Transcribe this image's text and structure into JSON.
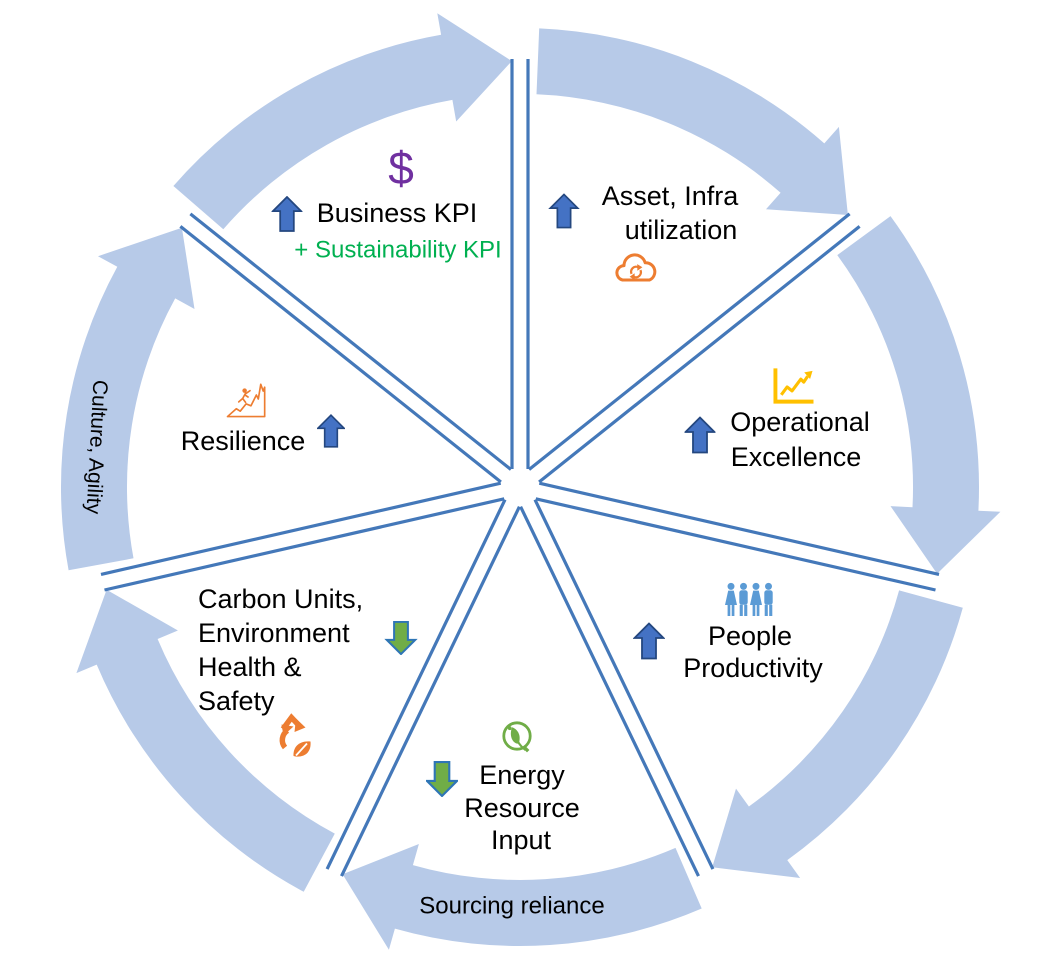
{
  "colors": {
    "ring_band": "#b7cae8",
    "spoke_line": "#4478b9",
    "up_arrow_fill": "#4472c4",
    "up_arrow_outline": "#24477f",
    "down_arrow_fill": "#70ad47",
    "down_arrow_outline": "#2e75b6",
    "sustainability_green": "#00b050",
    "dollar_purple": "#7030a0",
    "icon_orange": "#ed7d31",
    "icon_yellow": "#ffc000",
    "icon_blue": "#5b9bd5",
    "icon_green": "#70ad47",
    "label_black": "#000000"
  },
  "ring": {
    "segments": 7,
    "direction": "clockwise",
    "labels": {
      "left": "Culture, Agility",
      "bottom": "Sourcing reliance"
    }
  },
  "wedges": [
    {
      "id": "business-kpi",
      "trend": "up",
      "icon": "dollar-icon",
      "lines": [
        "Business KPI"
      ],
      "subtitle": "+ Sustainability KPI"
    },
    {
      "id": "asset-infra-utilization",
      "trend": "up",
      "icon": "cloud-sync-icon",
      "lines": [
        "Asset, Infra",
        "utilization"
      ]
    },
    {
      "id": "operational-excellence",
      "trend": "up",
      "icon": "line-chart-icon",
      "lines": [
        "Operational",
        "Excellence"
      ]
    },
    {
      "id": "people-productivity",
      "trend": "up",
      "icon": "people-icon",
      "lines": [
        "People",
        "Productivity"
      ]
    },
    {
      "id": "energy-resource-input",
      "trend": "down",
      "icon": "eco-energy-icon",
      "lines": [
        "Energy",
        "Resource",
        "Input"
      ]
    },
    {
      "id": "carbon-units-ehs",
      "trend": "down",
      "icon": "recycle-leaf-icon",
      "lines": [
        "Carbon Units,",
        "Environment",
        "Health &",
        "Safety"
      ]
    },
    {
      "id": "resilience",
      "trend": "up",
      "icon": "mountain-climber-icon",
      "lines": [
        "Resilience"
      ]
    }
  ],
  "icons": {
    "dollar_glyph": "$"
  }
}
